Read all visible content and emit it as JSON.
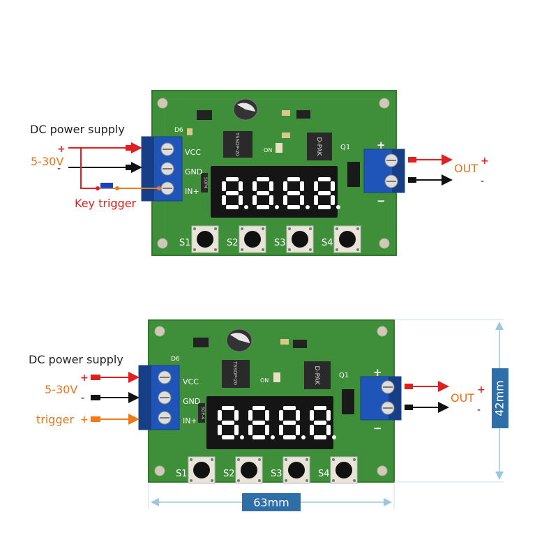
{
  "colors": {
    "board": "#3f8f3a",
    "board_edge": "#2f7a2c",
    "terminal": "#1f55b8",
    "terminal_dark": "#173f88",
    "display_bg": "#151515",
    "segment": "#ffffff",
    "red_wire": "#e02020",
    "black_wire": "#111111",
    "orange_wire": "#f07a1a",
    "orange_text": "#e8731a",
    "red_text": "#e02020",
    "dim_line": "#c8dff0",
    "dim_box": "#2f6fa8"
  },
  "diagram_top": {
    "supply_label": "DC power supply",
    "voltage_label": "5-30V",
    "plus": "+",
    "minus": "-",
    "trigger_label": "Key trigger",
    "out_label": "OUT",
    "out_plus": "+",
    "out_minus": "-"
  },
  "diagram_bottom": {
    "supply_label": "DC power supply",
    "voltage_label": "5-30V",
    "plus": "+",
    "minus": "-",
    "trigger_label": "trigger",
    "trigger_plus": "+",
    "out_label": "OUT",
    "out_plus": "+",
    "out_minus": "-"
  },
  "board": {
    "pin_vcc": "VCC",
    "pin_gnd": "GND",
    "pin_in": "IN+",
    "diode": "D6",
    "chip": "TSSOP-20",
    "mosfet": "D-PAK",
    "transistor": "Q1",
    "led": "ON",
    "sop": "SOP4",
    "sop_alt": "SOP-4",
    "buttons": [
      "S1",
      "S2",
      "S3",
      "S4"
    ],
    "out_plus": "+",
    "out_minus": "−",
    "display_digits": 4
  },
  "dimensions": {
    "width": "63mm",
    "height": "42mm"
  }
}
